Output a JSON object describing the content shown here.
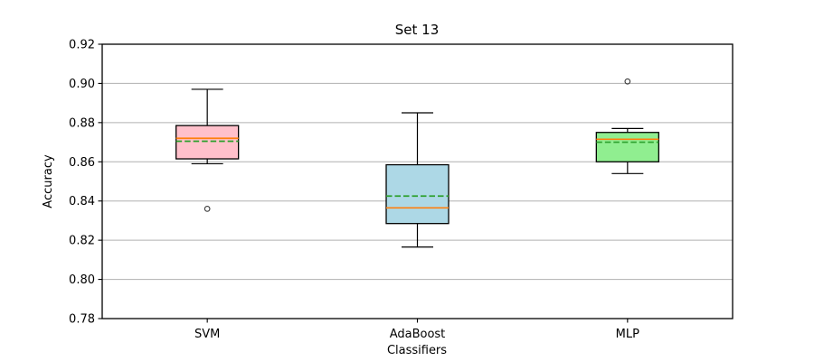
{
  "figure": {
    "background": "#ffffff"
  },
  "chart_data": {
    "type": "boxplot",
    "title": "Set 13",
    "xlabel": "Classifiers",
    "ylabel": "Accuracy",
    "categories": [
      "SVM",
      "AdaBoost",
      "MLP"
    ],
    "ylim": [
      0.78,
      0.92
    ],
    "yticks": [
      0.78,
      0.8,
      0.82,
      0.84,
      0.86,
      0.88,
      0.9,
      0.92
    ],
    "grid": true,
    "legend": false,
    "series": [
      {
        "label": "SVM",
        "fill_color": "#ffc0cb",
        "whisker_low": 0.859,
        "q1": 0.8615,
        "median": 0.872,
        "mean": 0.8705,
        "q3": 0.8785,
        "whisker_high": 0.897,
        "outliers": [
          0.836
        ]
      },
      {
        "label": "AdaBoost",
        "fill_color": "#add8e6",
        "whisker_low": 0.8165,
        "q1": 0.8285,
        "median": 0.8365,
        "mean": 0.8425,
        "q3": 0.8585,
        "whisker_high": 0.885,
        "outliers": []
      },
      {
        "label": "MLP",
        "fill_color": "#90ee90",
        "whisker_low": 0.854,
        "q1": 0.86,
        "median": 0.8715,
        "mean": 0.87,
        "q3": 0.875,
        "whisker_high": 0.877,
        "outliers": [
          0.901
        ]
      }
    ],
    "colors": {
      "median_line": "#ff7f0e",
      "mean_line": "#2ca02c",
      "box_edge": "#000000",
      "whisker": "#000000",
      "outlier_edge": "#3a3a3a",
      "grid_line": "#b0b0b0",
      "spine": "#000000"
    }
  }
}
